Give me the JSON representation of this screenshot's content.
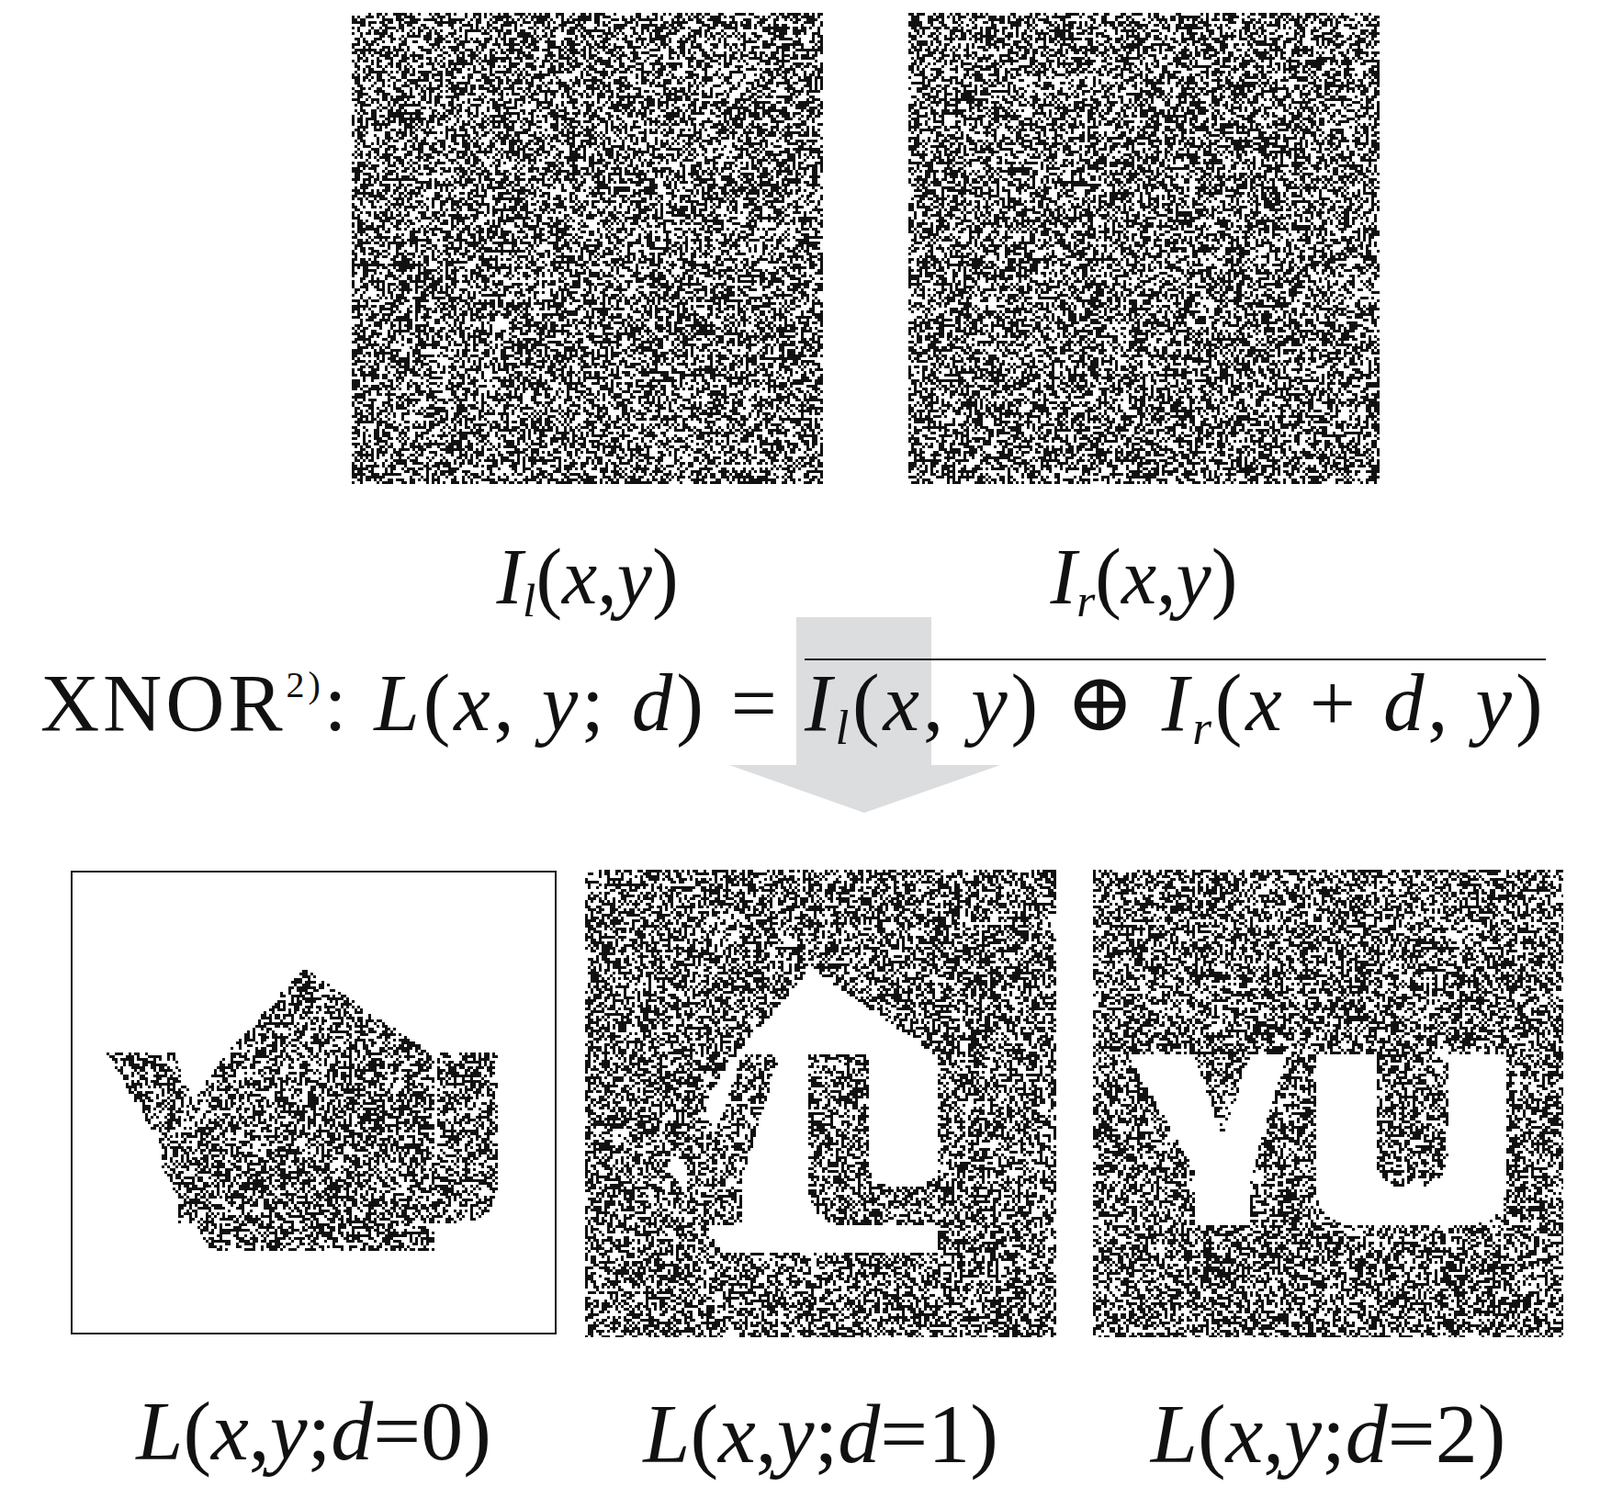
{
  "diagram": {
    "nodes": [
      {
        "text": [
          "Il(x,y)"
        ]
      },
      {
        "text": [
          "Ir(x,y)"
        ]
      },
      {
        "text": [
          "L(x,y;d=0)"
        ]
      },
      {
        "text": [
          "L(x,y;d=1)"
        ]
      },
      {
        "text": [
          "L(x,y;d=2)"
        ]
      }
    ],
    "labels": [
      "XNOR",
      "2)",
      ": L(x, y; d) = ",
      "Il(x, y) ⊕ Ir(x + d, y)"
    ]
  }
}
